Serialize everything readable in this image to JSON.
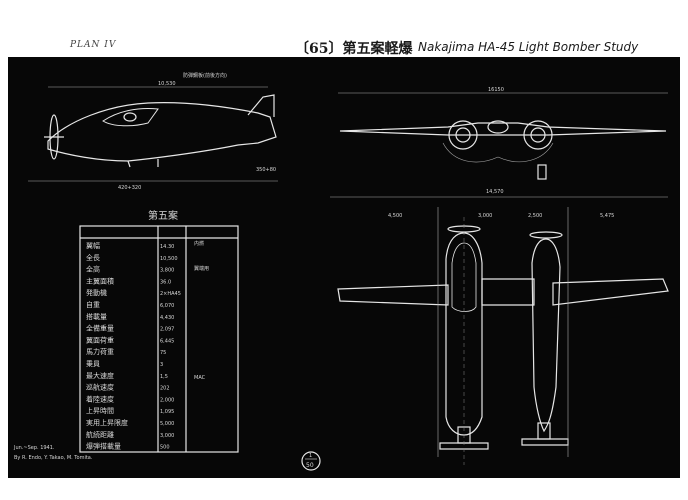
{
  "header": {
    "plan_label": "PLAN IV",
    "title_jp": "〔65〕第五案軽爆",
    "title_en": "Nakajima HA-45 Light Bomber Study"
  },
  "drawing": {
    "side_view_note": "防弾鋼板(前後方向)",
    "dims": {
      "side_length": "10,530",
      "side_height": "350+80",
      "side_base": "420+320",
      "span": "16150",
      "top_span": "14,570",
      "top_d1": "3,000",
      "top_d2": "5,475",
      "top_d3": "4,500",
      "top_d4": "2,500"
    },
    "table_title": "第五案",
    "table_rows": [
      {
        "left": "翼幅",
        "value": "14.30"
      },
      {
        "left": "全長",
        "value": "10,500"
      },
      {
        "left": "全高",
        "value": "3,800"
      },
      {
        "left": "主翼面積",
        "value": "36.0"
      },
      {
        "left": "発動機",
        "value": "2×HA45"
      },
      {
        "left": "自重",
        "value": "6,070"
      },
      {
        "left": "搭載量",
        "value": "4,430"
      },
      {
        "left": "全備重量",
        "value": "2,097"
      },
      {
        "left": "翼面荷重",
        "value": "6,445"
      },
      {
        "left": "馬力荷重",
        "value": "75"
      },
      {
        "left": "乗員",
        "value": "3"
      },
      {
        "left": "最大速度",
        "value": "1,5"
      },
      {
        "left": "巡航速度",
        "value": "202"
      },
      {
        "left": "着陸速度",
        "value": "2,000"
      },
      {
        "left": "上昇時間",
        "value": "1,095"
      },
      {
        "left": "実用上昇限度",
        "value": "5,000"
      },
      {
        "left": "航続距離",
        "value": "3,000"
      },
      {
        "left": "爆弾搭載量",
        "value": "500"
      }
    ],
    "table_notes": [
      "内燃",
      "翼端用",
      "MAC"
    ],
    "credit_line1": "Jun.~Sep. 1941.",
    "credit_line2": "By R. Endo, Y. Takao, M. Tomita.",
    "scale_label": "1",
    "scale_value": "50"
  }
}
